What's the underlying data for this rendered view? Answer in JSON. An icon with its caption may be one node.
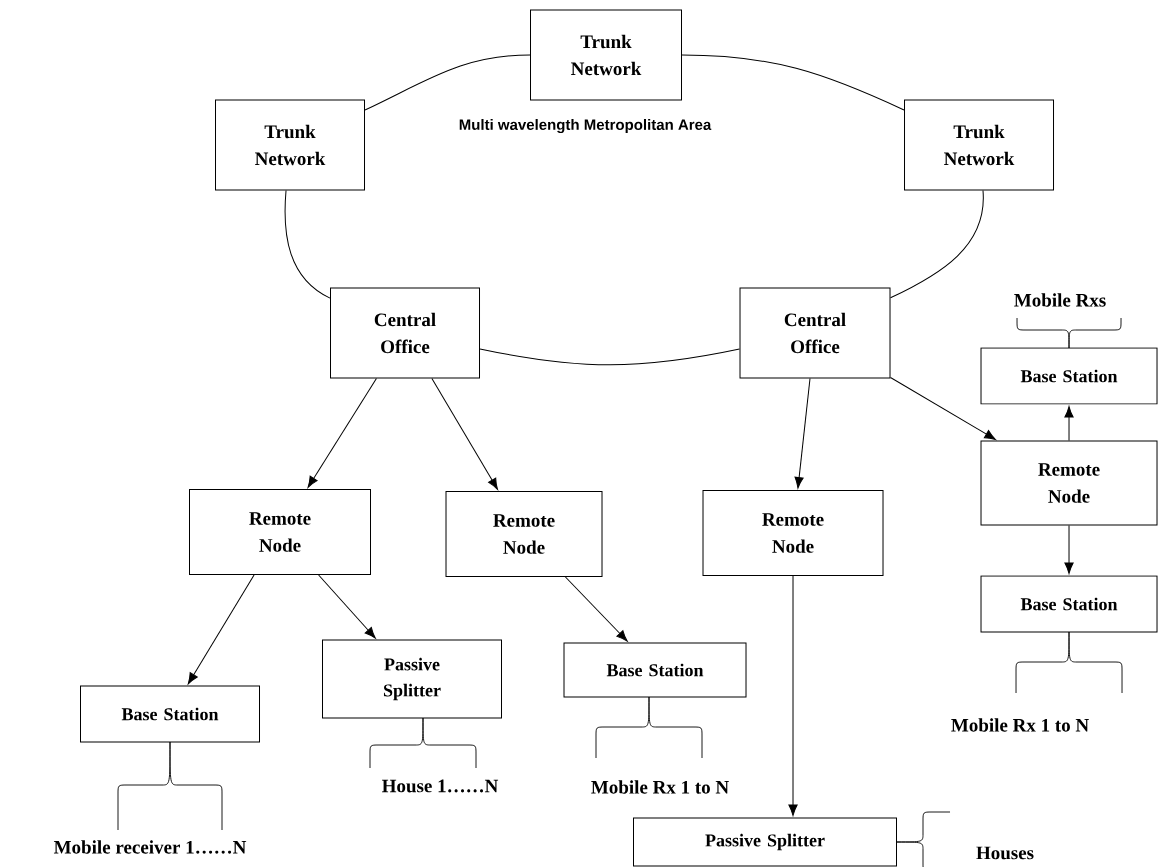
{
  "diagram": {
    "nodes": [
      {
        "text": [
          "Trunk Network"
        ]
      },
      {
        "text": [
          "Trunk Network"
        ]
      },
      {
        "text": [
          "Trunk Network"
        ]
      },
      {
        "text": [
          "Central Office"
        ]
      },
      {
        "text": [
          "Central Office"
        ]
      },
      {
        "text": [
          "Remote Node"
        ]
      },
      {
        "text": [
          "Remote Node"
        ]
      },
      {
        "text": [
          "Remote Node"
        ]
      },
      {
        "text": [
          "Remote Node"
        ]
      },
      {
        "text": [
          "Base Station"
        ]
      },
      {
        "text": [
          "Base Station"
        ]
      },
      {
        "text": [
          "Base Station"
        ]
      },
      {
        "text": [
          "Passive Splitter"
        ]
      },
      {
        "text": [
          "Base Station"
        ]
      },
      {
        "text": [
          "Passive Splitter"
        ]
      }
    ],
    "edges": [
      {
        "from": 0,
        "to": 1,
        "arrow": "none"
      },
      {
        "from": 0,
        "to": 2,
        "arrow": "none"
      },
      {
        "from": 1,
        "to": 3,
        "arrow": "none"
      },
      {
        "from": 2,
        "to": 4,
        "arrow": "none"
      },
      {
        "from": 3,
        "to": 4,
        "arrow": "none"
      },
      {
        "from": 3,
        "to": 5,
        "arrow": "to"
      },
      {
        "from": 3,
        "to": 6,
        "arrow": "to"
      },
      {
        "from": 5,
        "to": 11,
        "arrow": "to"
      },
      {
        "from": 5,
        "to": 12,
        "arrow": "to"
      },
      {
        "from": 6,
        "to": 13,
        "arrow": "to"
      },
      {
        "from": 4,
        "to": 7,
        "arrow": "to"
      },
      {
        "from": 4,
        "to": 8,
        "arrow": "to"
      },
      {
        "from": 8,
        "to": 9,
        "arrow": "to"
      },
      {
        "from": 8,
        "to": 10,
        "arrow": "to"
      },
      {
        "from": 7,
        "to": 14,
        "arrow": "to"
      }
    ],
    "labels": [
      "Multi wavelength Metropolitan Area",
      "Mobile Rxs",
      "House 1……N",
      "Mobile Rx 1 to N",
      "Mobile Rx 1 to N",
      "Mobile receiver 1……N",
      "Houses"
    ]
  }
}
